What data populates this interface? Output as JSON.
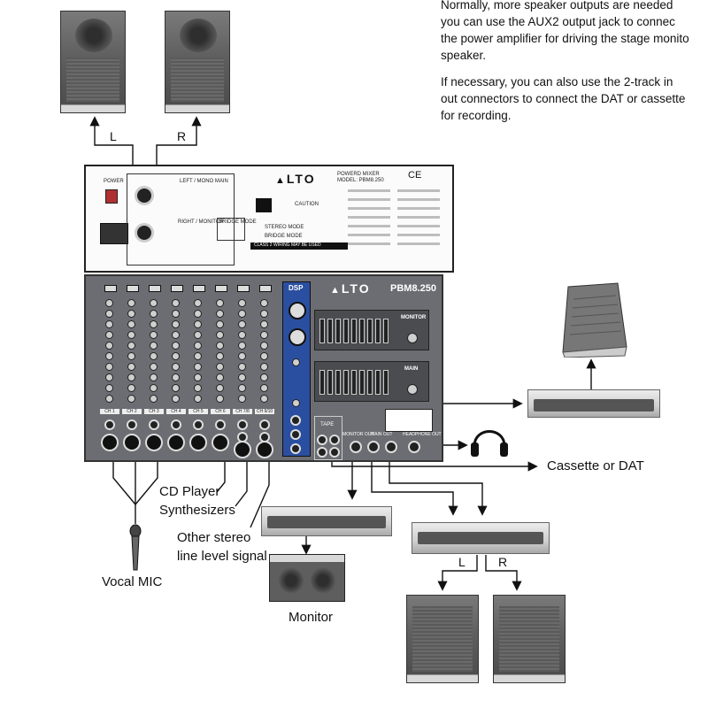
{
  "instructions": {
    "paragraph1": [
      "Normally, more speaker outputs are needed",
      "you can use the AUX2 output jack to connec",
      "the power amplifier for driving the stage monito",
      "speaker."
    ],
    "paragraph2": [
      "If necessary, you can also use the 2-track in",
      "out connectors to connect the DAT or cassette",
      "for recording."
    ]
  },
  "speaker_labels": {
    "left": "L",
    "right": "R",
    "main_left": "L",
    "main_right": "R"
  },
  "rear_panel": {
    "brand": "LTO",
    "model_line1": "POWERD MIXER",
    "model_line2": "MODEL: PBM8.250",
    "ce": "CE",
    "left_main": "LEFT / MONO MAIN",
    "right_monitor": "RIGHT / MONITOR",
    "bridge_mode": "BRIDGE MODE",
    "caution": "CAUTION",
    "stereo_mode": "STEREO MODE",
    "bridge_mode_row": "BRIDGE MODE",
    "class2": "CLASS 2 WIRING MAY BE USED",
    "power": "POWER"
  },
  "mixer": {
    "brand": "LTO",
    "model": "PBM8.250",
    "dsp": "DSP",
    "monitor": "MONITOR",
    "main": "MAIN",
    "channels": [
      "CH 1",
      "CH 2",
      "CH 3",
      "CH 4",
      "CH 5",
      "CH 6",
      "CH 7/8",
      "CH 9/10"
    ],
    "monitor_out": "MONITOR OUT",
    "main_out": "MAIN OUT",
    "headphone_out": "HEADPHONE OUT",
    "tape": "TAPE"
  },
  "labels": {
    "cassette": "Cassette or DAT",
    "cd_player": "CD Player",
    "synthesizers": "Synthesizers",
    "other_stereo_1": "Other stereo",
    "other_stereo_2": "line level signal",
    "vocal_mic": "Vocal MIC",
    "monitor": "Monitor"
  }
}
